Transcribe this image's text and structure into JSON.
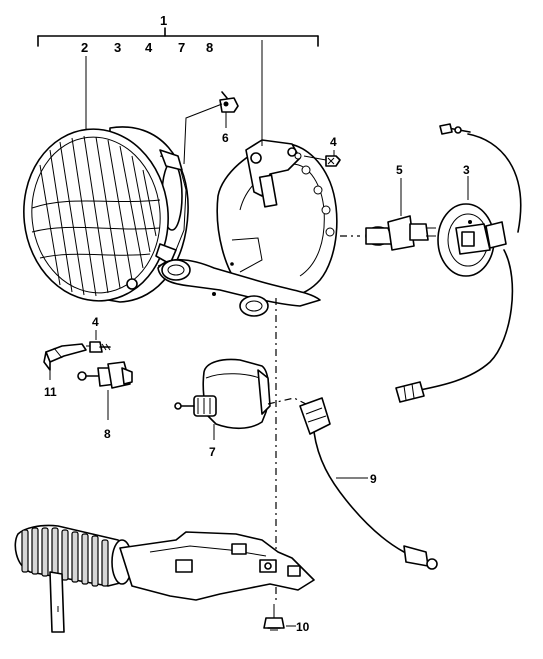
{
  "callouts": {
    "group": "1",
    "group_members": [
      "2",
      "3",
      "4",
      "7",
      "8"
    ],
    "headlight_insert": "2",
    "bulb_holder": "3",
    "screw_upper": "4",
    "bulb_h4": "5",
    "clip_top": "6",
    "adjuster_motor": "7",
    "parking_bulb": "8",
    "wiring_harness": "9",
    "bolt_bottom": "10",
    "clip_left": "11",
    "screw_left": "4"
  }
}
